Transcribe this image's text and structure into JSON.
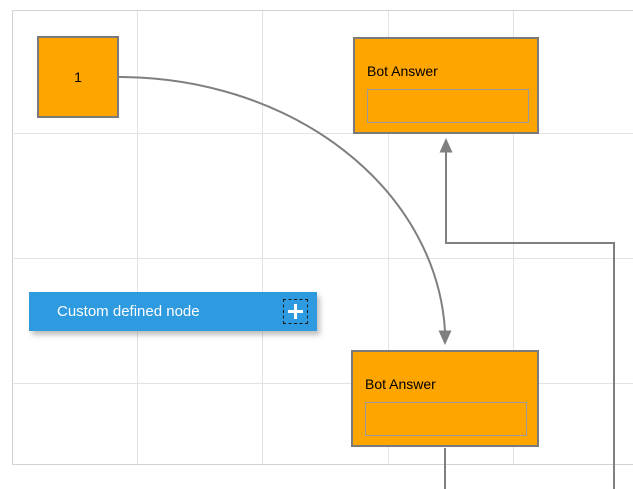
{
  "colors": {
    "node_orange": "#FFA500",
    "node_border": "#7A7A7A",
    "inner_border": "#9B9B9B",
    "custom_blue": "#2E9AE0",
    "connector_gray": "#7F7F7F",
    "grid_line": "#E3E3E3",
    "canvas_boundary": "#D2D2D2",
    "label_dark": "#000000",
    "label_light": "#FFFFFF"
  },
  "nodes": {
    "numbered": {
      "label": "1"
    },
    "bot_answer_top": {
      "title": "Bot Answer",
      "field_value": ""
    },
    "bot_answer_bottom": {
      "title": "Bot Answer",
      "field_value": ""
    },
    "custom": {
      "label": "Custom defined node",
      "icon": "plus-icon"
    }
  }
}
